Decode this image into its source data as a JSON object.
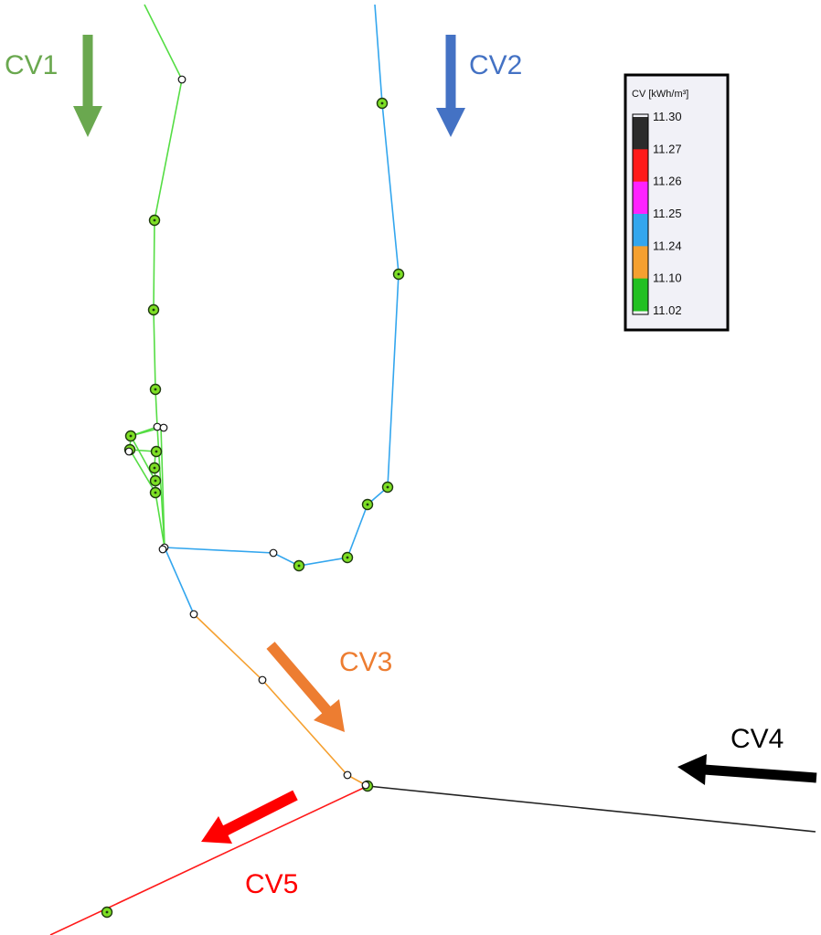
{
  "flows": {
    "cv1": {
      "label": "CV1",
      "color": "#6aa84f"
    },
    "cv2": {
      "label": "CV2",
      "color": "#4472c4"
    },
    "cv3": {
      "label": "CV3",
      "color": "#ed7d31"
    },
    "cv4": {
      "label": "CV4",
      "color": "#000000"
    },
    "cv5": {
      "label": "CV5",
      "color": "#ff0000"
    }
  },
  "pipe_colors": {
    "cv1_branch": "#55dd44",
    "cv2_branch": "#33a6ee",
    "cv3_branch": "#f5a030",
    "cv4_branch": "#222222",
    "cv5_branch": "#ff1a1a"
  },
  "legend": {
    "title": "CV [kWh/m³]",
    "ticks": [
      "11.30",
      "11.27",
      "11.26",
      "11.25",
      "11.24",
      "11.10",
      "11.02"
    ],
    "bands": [
      {
        "color": "#2b2b2b",
        "label": "11.27 – 11.30"
      },
      {
        "color": "#ff1a1a",
        "label": "11.26 – 11.27"
      },
      {
        "color": "#ff22ff",
        "label": "11.25 – 11.26"
      },
      {
        "color": "#33a6ee",
        "label": "11.24 – 11.25"
      },
      {
        "color": "#f5a030",
        "label": "11.10 – 11.24"
      },
      {
        "color": "#22c022",
        "label": "11.02 – 11.10"
      }
    ]
  }
}
